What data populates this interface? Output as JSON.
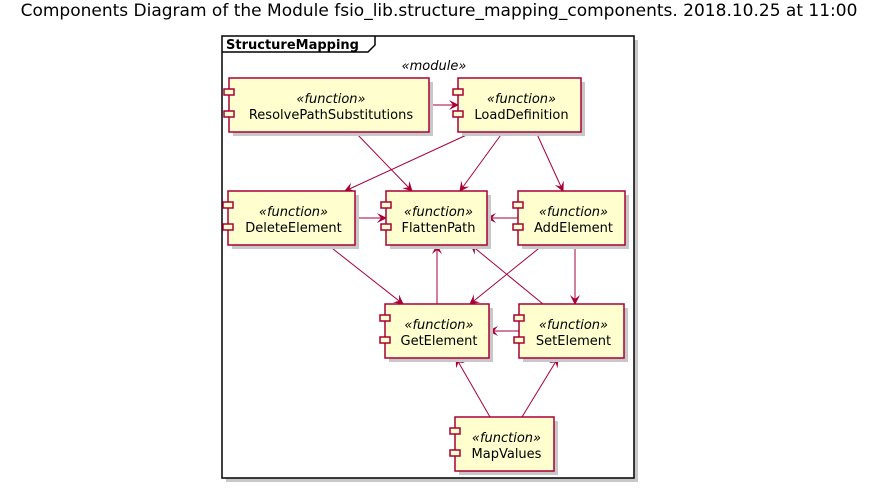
{
  "title": "Components Diagram of the Module fsio_lib.structure_mapping_components. 2018.10.25 at 11:00",
  "package": {
    "name": "StructureMapping",
    "stereotype": "«module»"
  },
  "components": [
    {
      "id": "ResolvePathSubstitutions",
      "stereotype": "«function»",
      "label": "ResolvePathSubstitutions"
    },
    {
      "id": "LoadDefinition",
      "stereotype": "«function»",
      "label": "LoadDefinition"
    },
    {
      "id": "DeleteElement",
      "stereotype": "«function»",
      "label": "DeleteElement"
    },
    {
      "id": "FlattenPath",
      "stereotype": "«function»",
      "label": "FlattenPath"
    },
    {
      "id": "AddElement",
      "stereotype": "«function»",
      "label": "AddElement"
    },
    {
      "id": "GetElement",
      "stereotype": "«function»",
      "label": "GetElement"
    },
    {
      "id": "SetElement",
      "stereotype": "«function»",
      "label": "SetElement"
    },
    {
      "id": "MapValues",
      "stereotype": "«function»",
      "label": "MapValues"
    }
  ],
  "edges": [
    {
      "from": "ResolvePathSubstitutions",
      "to": "LoadDefinition"
    },
    {
      "from": "ResolvePathSubstitutions",
      "to": "FlattenPath"
    },
    {
      "from": "LoadDefinition",
      "to": "DeleteElement"
    },
    {
      "from": "LoadDefinition",
      "to": "FlattenPath"
    },
    {
      "from": "LoadDefinition",
      "to": "AddElement"
    },
    {
      "from": "DeleteElement",
      "to": "FlattenPath"
    },
    {
      "from": "AddElement",
      "to": "FlattenPath"
    },
    {
      "from": "DeleteElement",
      "to": "GetElement"
    },
    {
      "from": "AddElement",
      "to": "GetElement"
    },
    {
      "from": "AddElement",
      "to": "SetElement"
    },
    {
      "from": "GetElement",
      "to": "FlattenPath"
    },
    {
      "from": "SetElement",
      "to": "FlattenPath"
    },
    {
      "from": "SetElement",
      "to": "GetElement"
    },
    {
      "from": "MapValues",
      "to": "GetElement"
    },
    {
      "from": "MapValues",
      "to": "SetElement"
    }
  ],
  "colors": {
    "node_fill": "#FEFECE",
    "node_border": "#A80036",
    "edge": "#A80036",
    "package_border": "#000000",
    "shadow": "#c8c8c8"
  }
}
